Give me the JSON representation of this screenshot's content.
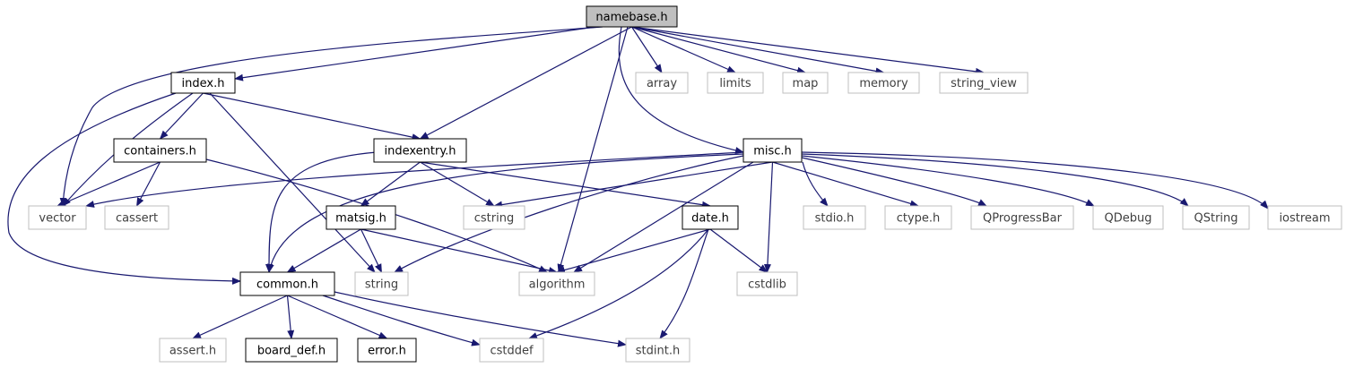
{
  "diagram": {
    "type": "include-dependency-graph",
    "edge_color": "#191970",
    "styles": {
      "root": {
        "fill": "#bfbfbf",
        "stroke": "#000000",
        "text": "#000000"
      },
      "internal": {
        "fill": "#ffffff",
        "stroke": "#000000",
        "text": "#000000"
      },
      "external": {
        "fill": "#ffffff",
        "stroke": "#bfbfbf",
        "text": "#404040"
      }
    },
    "nodes": [
      {
        "id": "namebase",
        "label": "namebase.h",
        "kind": "root"
      },
      {
        "id": "index",
        "label": "index.h",
        "kind": "internal"
      },
      {
        "id": "array",
        "label": "array",
        "kind": "external"
      },
      {
        "id": "limits",
        "label": "limits",
        "kind": "external"
      },
      {
        "id": "map",
        "label": "map",
        "kind": "external"
      },
      {
        "id": "memory",
        "label": "memory",
        "kind": "external"
      },
      {
        "id": "string_view",
        "label": "string_view",
        "kind": "external"
      },
      {
        "id": "containers",
        "label": "containers.h",
        "kind": "internal"
      },
      {
        "id": "indexentry",
        "label": "indexentry.h",
        "kind": "internal"
      },
      {
        "id": "misc",
        "label": "misc.h",
        "kind": "internal"
      },
      {
        "id": "vector",
        "label": "vector",
        "kind": "external"
      },
      {
        "id": "cassert",
        "label": "cassert",
        "kind": "external"
      },
      {
        "id": "matsig",
        "label": "matsig.h",
        "kind": "internal"
      },
      {
        "id": "cstring",
        "label": "cstring",
        "kind": "external"
      },
      {
        "id": "date",
        "label": "date.h",
        "kind": "internal"
      },
      {
        "id": "stdio",
        "label": "stdio.h",
        "kind": "external"
      },
      {
        "id": "ctype",
        "label": "ctype.h",
        "kind": "external"
      },
      {
        "id": "qprogressbar",
        "label": "QProgressBar",
        "kind": "external"
      },
      {
        "id": "qdebug",
        "label": "QDebug",
        "kind": "external"
      },
      {
        "id": "qstring",
        "label": "QString",
        "kind": "external"
      },
      {
        "id": "iostream",
        "label": "iostream",
        "kind": "external"
      },
      {
        "id": "common",
        "label": "common.h",
        "kind": "internal"
      },
      {
        "id": "string",
        "label": "string",
        "kind": "external"
      },
      {
        "id": "algorithm",
        "label": "algorithm",
        "kind": "external"
      },
      {
        "id": "cstdlib",
        "label": "cstdlib",
        "kind": "external"
      },
      {
        "id": "assert",
        "label": "assert.h",
        "kind": "external"
      },
      {
        "id": "board_def",
        "label": "board_def.h",
        "kind": "internal"
      },
      {
        "id": "error",
        "label": "error.h",
        "kind": "internal"
      },
      {
        "id": "cstddef",
        "label": "cstddef",
        "kind": "external"
      },
      {
        "id": "stdint",
        "label": "stdint.h",
        "kind": "external"
      }
    ],
    "edges": [
      {
        "from": "namebase",
        "to": "index"
      },
      {
        "from": "namebase",
        "to": "vector"
      },
      {
        "from": "namebase",
        "to": "indexentry"
      },
      {
        "from": "namebase",
        "to": "algorithm"
      },
      {
        "from": "namebase",
        "to": "array"
      },
      {
        "from": "namebase",
        "to": "limits"
      },
      {
        "from": "namebase",
        "to": "map"
      },
      {
        "from": "namebase",
        "to": "memory"
      },
      {
        "from": "namebase",
        "to": "string_view"
      },
      {
        "from": "namebase",
        "to": "misc"
      },
      {
        "from": "index",
        "to": "containers"
      },
      {
        "from": "index",
        "to": "vector"
      },
      {
        "from": "index",
        "to": "common"
      },
      {
        "from": "index",
        "to": "indexentry"
      },
      {
        "from": "index",
        "to": "string"
      },
      {
        "from": "containers",
        "to": "vector"
      },
      {
        "from": "containers",
        "to": "cassert"
      },
      {
        "from": "containers",
        "to": "algorithm"
      },
      {
        "from": "indexentry",
        "to": "common"
      },
      {
        "from": "indexentry",
        "to": "matsig"
      },
      {
        "from": "indexentry",
        "to": "cstring"
      },
      {
        "from": "indexentry",
        "to": "date"
      },
      {
        "from": "misc",
        "to": "vector"
      },
      {
        "from": "misc",
        "to": "common"
      },
      {
        "from": "misc",
        "to": "cstring"
      },
      {
        "from": "misc",
        "to": "string"
      },
      {
        "from": "misc",
        "to": "algorithm"
      },
      {
        "from": "misc",
        "to": "cstdlib"
      },
      {
        "from": "misc",
        "to": "stdio"
      },
      {
        "from": "misc",
        "to": "ctype"
      },
      {
        "from": "misc",
        "to": "qprogressbar"
      },
      {
        "from": "misc",
        "to": "qdebug"
      },
      {
        "from": "misc",
        "to": "qstring"
      },
      {
        "from": "misc",
        "to": "iostream"
      },
      {
        "from": "matsig",
        "to": "common"
      },
      {
        "from": "matsig",
        "to": "string"
      },
      {
        "from": "matsig",
        "to": "algorithm"
      },
      {
        "from": "date",
        "to": "algorithm"
      },
      {
        "from": "date",
        "to": "cstdlib"
      },
      {
        "from": "date",
        "to": "cstddef"
      },
      {
        "from": "date",
        "to": "stdint"
      },
      {
        "from": "common",
        "to": "assert"
      },
      {
        "from": "common",
        "to": "board_def"
      },
      {
        "from": "common",
        "to": "error"
      },
      {
        "from": "common",
        "to": "cstddef"
      },
      {
        "from": "common",
        "to": "stdint"
      }
    ]
  }
}
